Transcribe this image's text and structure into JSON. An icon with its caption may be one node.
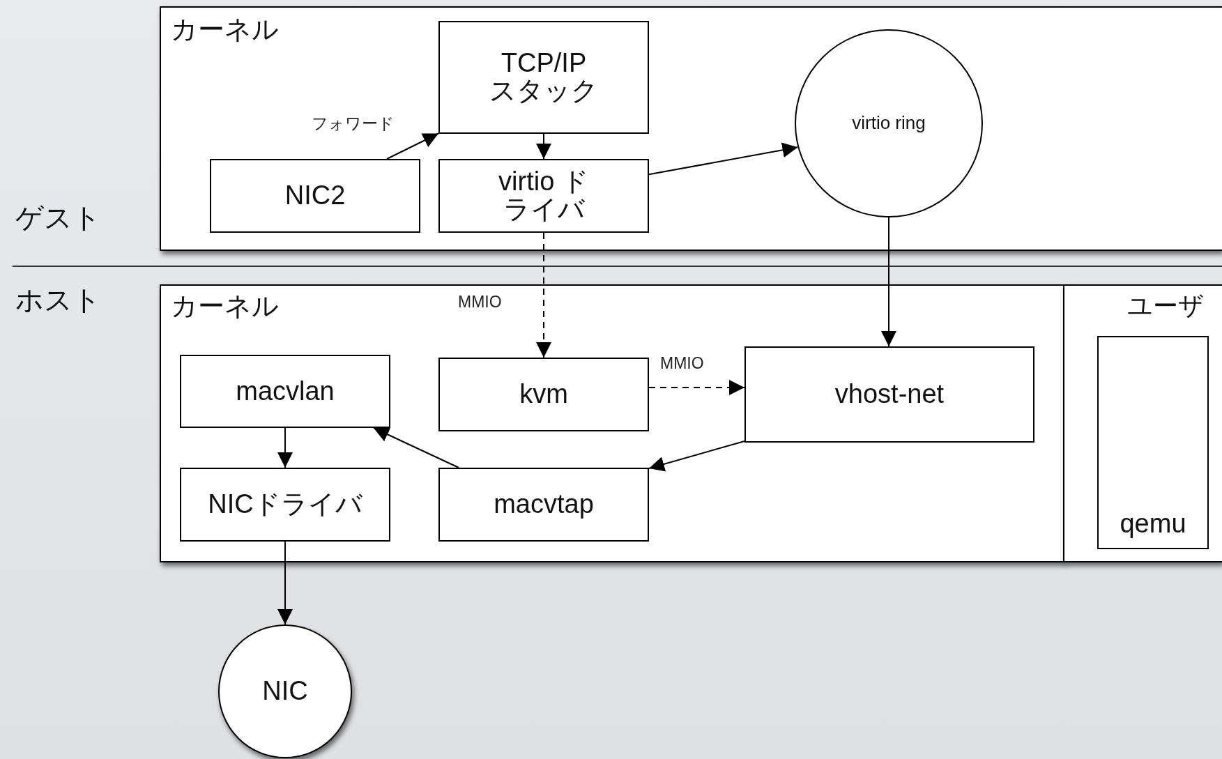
{
  "diagram": {
    "nodes": [
      {
        "text": [
          "カーネル"
        ]
      },
      {
        "text": [
          "TCP/IP スタック"
        ],
        "in": 0
      },
      {
        "text": [
          "NIC2"
        ],
        "in": 0
      },
      {
        "text": [
          "virtio ドライバ"
        ],
        "in": 0
      },
      {
        "text": [
          "virtio ring"
        ],
        "in": 0
      },
      {
        "text": [
          "カーネル"
        ]
      },
      {
        "text": [
          "macvlan"
        ],
        "in": 5
      },
      {
        "text": [
          "kvm"
        ],
        "in": 5
      },
      {
        "text": [
          "vhost-net"
        ],
        "in": 5
      },
      {
        "text": [
          "NICドライバ"
        ],
        "in": 5
      },
      {
        "text": [
          "macvtap"
        ],
        "in": 5
      },
      {
        "text": [
          "ユーザ"
        ]
      },
      {
        "text": [
          "qemu"
        ],
        "in": 11
      },
      {
        "text": [
          "NIC"
        ]
      }
    ],
    "edges": [
      {
        "from": 2,
        "to": 1,
        "arrow": "to",
        "label": "フォワード"
      },
      {
        "from": 1,
        "to": 3,
        "arrow": "to"
      },
      {
        "from": 3,
        "to": 4,
        "arrow": "to"
      },
      {
        "from": 3,
        "to": 7,
        "arrow": "to",
        "style": "dashed",
        "label": "MMIO"
      },
      {
        "from": 4,
        "to": 8,
        "arrow": "to"
      },
      {
        "from": 7,
        "to": 8,
        "arrow": "to",
        "style": "dashed",
        "label": "MMIO"
      },
      {
        "from": 8,
        "to": 10,
        "arrow": "to"
      },
      {
        "from": 10,
        "to": 6,
        "arrow": "to"
      },
      {
        "from": 6,
        "to": 9,
        "arrow": "to"
      },
      {
        "from": 9,
        "to": 13,
        "arrow": "to"
      }
    ],
    "labels": [
      "ゲスト",
      "ホスト"
    ]
  }
}
